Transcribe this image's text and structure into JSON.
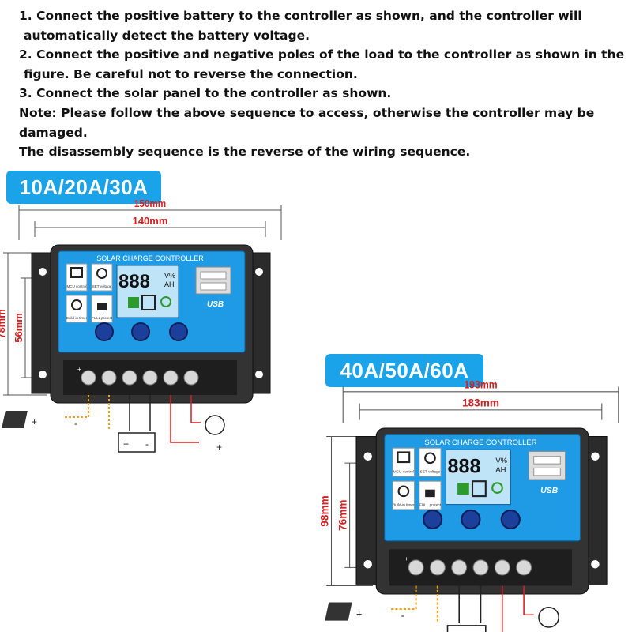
{
  "instructions": [
    {
      "line1": "1. Connect the positive battery to the controller as shown, and the controller will",
      "line2": "automatically detect the battery voltage."
    },
    {
      "line1": "2. Connect the positive and negative poles of the load to the controller as shown in the",
      "line2": "figure. Be careful not to reverse the connection."
    },
    {
      "line1": "3. Connect the solar panel to the controller as shown."
    },
    {
      "line1": "Note: Please follow the above sequence to access, otherwise the controller may be",
      "line2": "damaged."
    },
    {
      "line1": "The disassembly sequence is the reverse of the wiring sequence."
    }
  ],
  "models": [
    {
      "badge": "10A/20A/30A",
      "outer_width": "150mm",
      "inner_width": "140mm",
      "outer_height": "78mm",
      "inner_height": "56mm",
      "panel_title": "SOLAR CHARGE CONTROLLER",
      "lcd": "888",
      "lcd_units_top": "V%",
      "lcd_units_bot": "AH",
      "usb": "USB",
      "labels": {
        "mcu": "MCU control",
        "set": "SET voltage",
        "timer": "Build-in timer",
        "protect": "FULL protect"
      }
    },
    {
      "badge": "40A/50A/60A",
      "outer_width": "193mm",
      "inner_width": "183mm",
      "outer_height": "98mm",
      "inner_height": "76mm",
      "panel_title": "SOLAR CHARGE CONTROLLER",
      "lcd": "888",
      "lcd_units_top": "V%",
      "lcd_units_bot": "AH",
      "usb": "USB",
      "labels": {
        "mcu": "MCU control",
        "set": "SET voltage",
        "timer": "Build-in timer",
        "protect": "FULL protect"
      }
    }
  ],
  "wiring": {
    "plus": "+",
    "minus": "-"
  },
  "colors": {
    "badge": "#1aa3e8",
    "panel": "#1f9be6",
    "body": "#2a2a2a",
    "dim_red": "#d42020",
    "wire_orange": "#f0a020",
    "wire_red": "#d42020"
  }
}
